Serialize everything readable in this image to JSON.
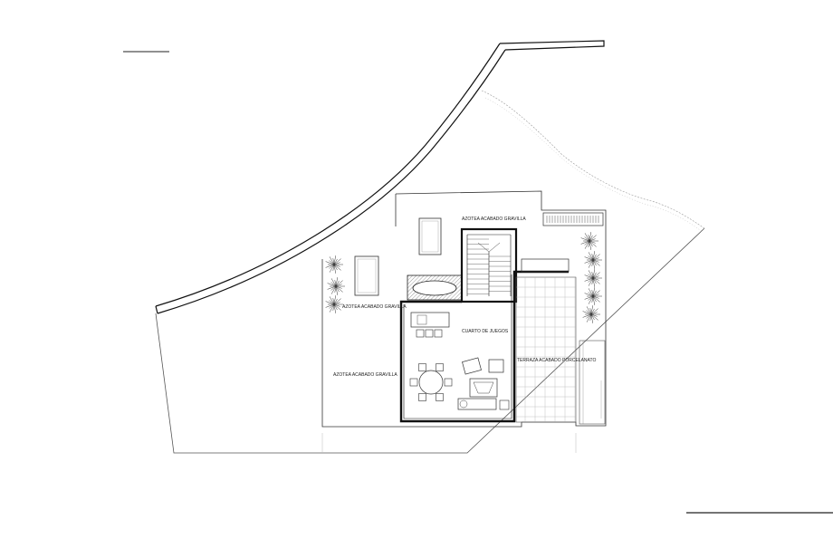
{
  "labels": {
    "azotea_top": "AZOTEA ACABADO GRAVILLA",
    "azotea_mid": "AZOTEA ACABADO GRAVILLA",
    "azotea_left": "AZOTEA ACABADO GRAVILLA",
    "cuarto_juegos": "CUARTO DE JUEGOS",
    "terraza": "TERRAZA ACABADO PORCELANATO"
  },
  "colors": {
    "line": "#222222",
    "wall": "#111111",
    "hatch": "#555555",
    "faint": "#888888"
  }
}
